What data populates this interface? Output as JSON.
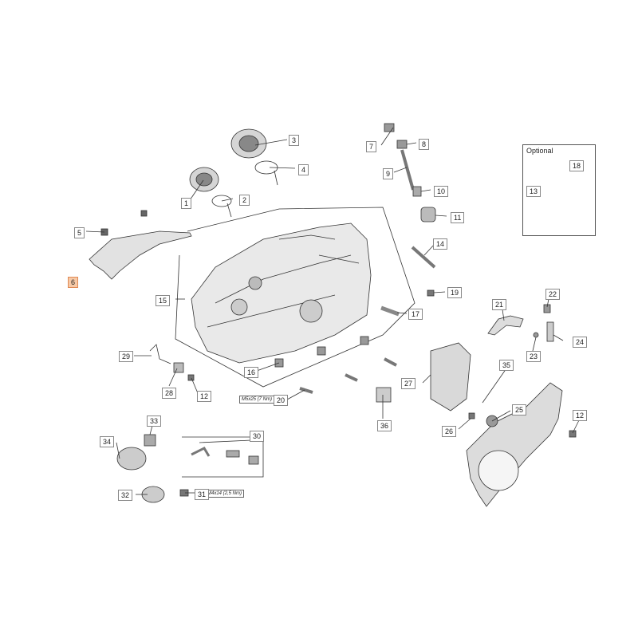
{
  "optional_label": "Optional",
  "specs": {
    "s20": "M5x25 (7 Nm)",
    "s31": "M4x14 (2,5 Nm)"
  },
  "callouts": [
    {
      "id": "1",
      "label": "1"
    },
    {
      "id": "2",
      "label": "2"
    },
    {
      "id": "3",
      "label": "3"
    },
    {
      "id": "4",
      "label": "4"
    },
    {
      "id": "5",
      "label": "5"
    },
    {
      "id": "6",
      "label": "6",
      "highlighted": true
    },
    {
      "id": "7",
      "label": "7"
    },
    {
      "id": "8",
      "label": "8"
    },
    {
      "id": "9",
      "label": "9"
    },
    {
      "id": "10",
      "label": "10"
    },
    {
      "id": "11",
      "label": "11"
    },
    {
      "id": "12a",
      "label": "12"
    },
    {
      "id": "12b",
      "label": "12"
    },
    {
      "id": "13",
      "label": "13"
    },
    {
      "id": "14",
      "label": "14"
    },
    {
      "id": "15",
      "label": "15"
    },
    {
      "id": "16",
      "label": "16"
    },
    {
      "id": "17",
      "label": "17"
    },
    {
      "id": "18",
      "label": "18"
    },
    {
      "id": "19",
      "label": "19"
    },
    {
      "id": "20",
      "label": "20"
    },
    {
      "id": "21",
      "label": "21"
    },
    {
      "id": "22",
      "label": "22"
    },
    {
      "id": "23",
      "label": "23"
    },
    {
      "id": "24",
      "label": "24"
    },
    {
      "id": "25",
      "label": "25"
    },
    {
      "id": "26",
      "label": "26"
    },
    {
      "id": "27",
      "label": "27"
    },
    {
      "id": "28",
      "label": "28"
    },
    {
      "id": "29",
      "label": "29"
    },
    {
      "id": "30",
      "label": "30"
    },
    {
      "id": "31",
      "label": "31"
    },
    {
      "id": "32",
      "label": "32"
    },
    {
      "id": "33",
      "label": "33"
    },
    {
      "id": "34",
      "label": "34"
    },
    {
      "id": "35",
      "label": "35"
    },
    {
      "id": "36",
      "label": "36"
    }
  ],
  "colors": {
    "line": "#333333",
    "highlight": "#f7c9a6",
    "part_fill": "#e6e6e6",
    "part_dark": "#555555"
  }
}
